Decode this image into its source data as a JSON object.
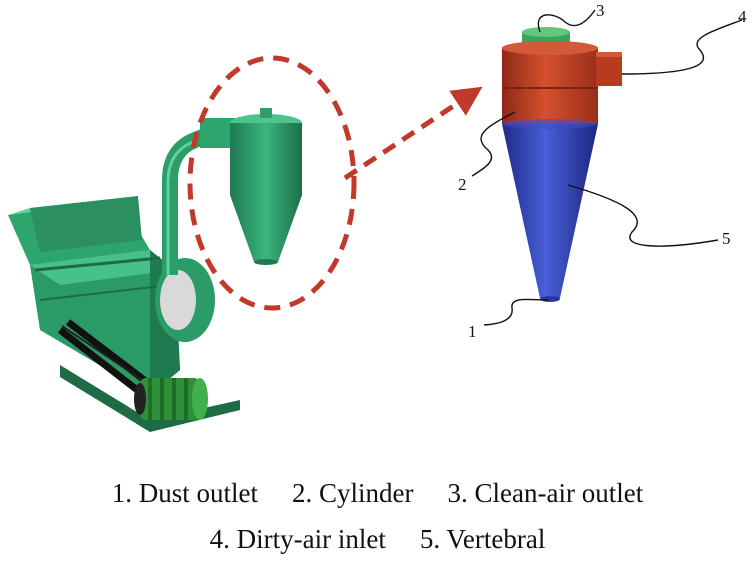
{
  "callouts": [
    {
      "number": "1",
      "part": "Dust outlet"
    },
    {
      "number": "2",
      "part": "Cylinder"
    },
    {
      "number": "3",
      "part": "Clean-air outlet"
    },
    {
      "number": "4",
      "part": "Dirty-air inlet"
    },
    {
      "number": "5",
      "part": "Vertebral"
    }
  ],
  "legend": {
    "row1": [
      "1. Dust outlet",
      "2. Cylinder",
      "3. Clean-air outlet"
    ],
    "row2": [
      "4. Dirty-air inlet",
      "5. Vertebral"
    ]
  },
  "colors": {
    "machine_green": "#2e9e6a",
    "motor_green": "#2f8f3a",
    "highlight_red": "#c0392b",
    "cylinder_red": "#b23a22",
    "cone_blue": "#2f3fb0",
    "outlet_green": "#3aa55a"
  }
}
